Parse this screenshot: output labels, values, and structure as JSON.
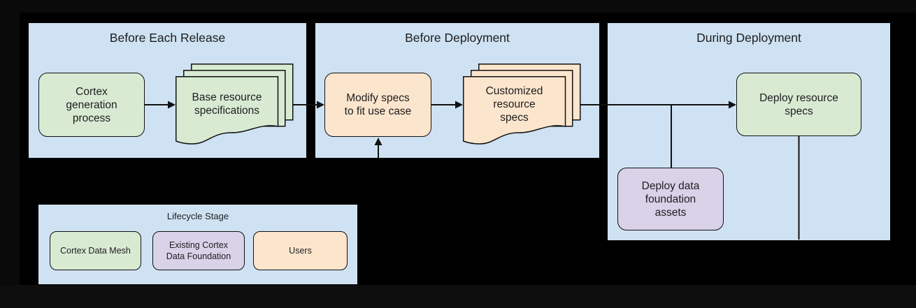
{
  "diagram": {
    "colors": {
      "panel_background": "#cfe2f3",
      "cortex_data_mesh_green": "#d9ead3",
      "users_peach": "#fce5cd",
      "existing_foundation_purple": "#d9d2e9",
      "connector_line": "#111111",
      "page_background": "#000000"
    },
    "panels": {
      "before_each_release": {
        "title": "Before Each Release"
      },
      "before_deployment": {
        "title": "Before Deployment"
      },
      "during_deployment": {
        "title": "During Deployment"
      }
    },
    "nodes": {
      "cortex_generation": {
        "label": "Cortex\ngeneration\nprocess"
      },
      "base_resource_specs": {
        "label": "Base resource\nspecifications"
      },
      "modify_specs": {
        "label": "Modify specs\nto fit use case"
      },
      "customized_specs": {
        "label": "Customized\nresource\nspecs"
      },
      "deploy_resource_specs": {
        "label": "Deploy resource\nspecs"
      },
      "deploy_data_foundation": {
        "label": "Deploy data\nfoundation\nassets"
      }
    },
    "legend": {
      "title": "Lifecycle Stage",
      "items": [
        {
          "label": "Cortex Data Mesh",
          "color": "#d9ead3"
        },
        {
          "label": "Existing Cortex\nData Foundation",
          "color": "#d9d2e9"
        },
        {
          "label": "Users",
          "color": "#fce5cd"
        }
      ]
    }
  }
}
